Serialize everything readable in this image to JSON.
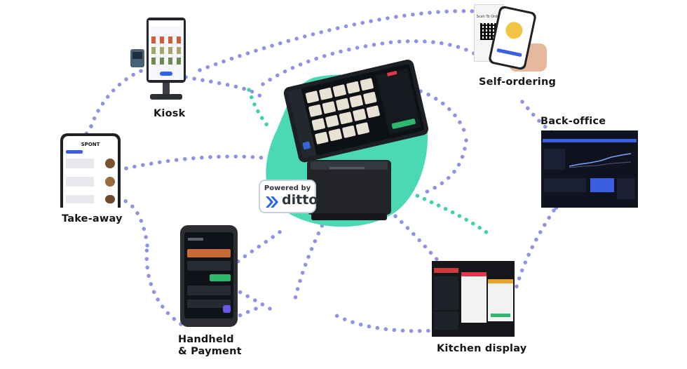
{
  "labels": {
    "kiosk": "Kiosk",
    "take_away": "Take-away",
    "handheld_line1": "Handheld",
    "handheld_line2": "& Payment",
    "kitchen": "Kitchen display",
    "back_office": "Back-office",
    "self_ordering": "Self-ordering"
  },
  "badge": {
    "top": "Powered by",
    "brand": "ditto"
  },
  "device_text": {
    "spont": "SPONT",
    "scan_to_order": "Scan To Order"
  },
  "colors": {
    "dots": "#8e93e6",
    "dots_green": "#3fd0b0",
    "blob": "#4bd8b4",
    "badge_border": "#c9d2de",
    "brand_blue": "#2f63e8"
  }
}
